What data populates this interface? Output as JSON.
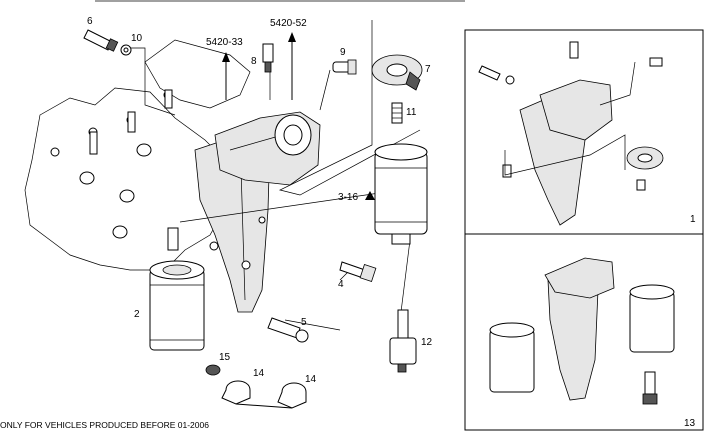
{
  "labels": {
    "p1": "1",
    "p2": "2",
    "p3": "3-16",
    "p4": "4",
    "p5": "5",
    "p6": "6",
    "p7": "7",
    "p8": "8",
    "p9": "9",
    "p10": "10",
    "p11": "11",
    "p12": "12",
    "p13": "13",
    "p14a": "14",
    "p14b": "14",
    "p15": "15",
    "ref1": "5420-33",
    "ref2": "5420-52"
  },
  "footnote": "ONLY FOR VEHICLES PRODUCED BEFORE 01-2006"
}
